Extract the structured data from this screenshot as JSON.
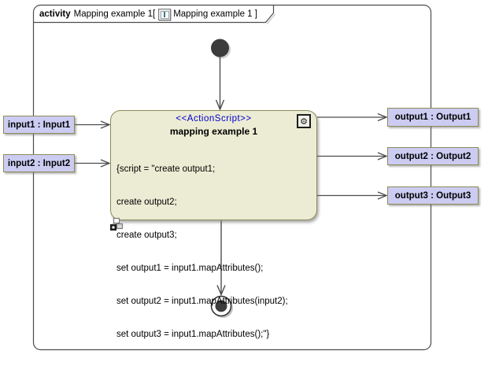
{
  "frame": {
    "keyword": "activity",
    "activity_name": "Mapping example 1[",
    "diagram_ref": "Mapping example 1 ]"
  },
  "action": {
    "stereotype": "<<ActionScript>>",
    "name": "mapping example 1",
    "script_lines": [
      "{script = \"create output1;",
      "create output2;",
      "create output3;",
      "set output1 = input1.mapAttributes();",
      "set output2 = input1.mapAttributes(input2);",
      "set output3 = input1.mapAttributes();\"}"
    ]
  },
  "input_pins": [
    {
      "label": "input1 : Input1"
    },
    {
      "label": "input2 : Input2"
    }
  ],
  "output_pins": [
    {
      "label": "output1 : Output1"
    },
    {
      "label": "output2 : Output2"
    },
    {
      "label": "output3 : Output3"
    }
  ],
  "icons": {
    "behavior_glyph": "⚙",
    "badge_name": "gear-icon",
    "rake_name": "structured-node-icon",
    "title_icon_name": "activity-diagram-icon"
  },
  "colors": {
    "frame_border": "#4d4d4d",
    "action_fill": "#ECECD4",
    "action_border": "#8B8B5A",
    "pin_fill": "#CCCCF2",
    "pin_border": "#8B8B5A",
    "stereotype_text": "#0000CC",
    "node_fill": "#3C3C3C"
  }
}
